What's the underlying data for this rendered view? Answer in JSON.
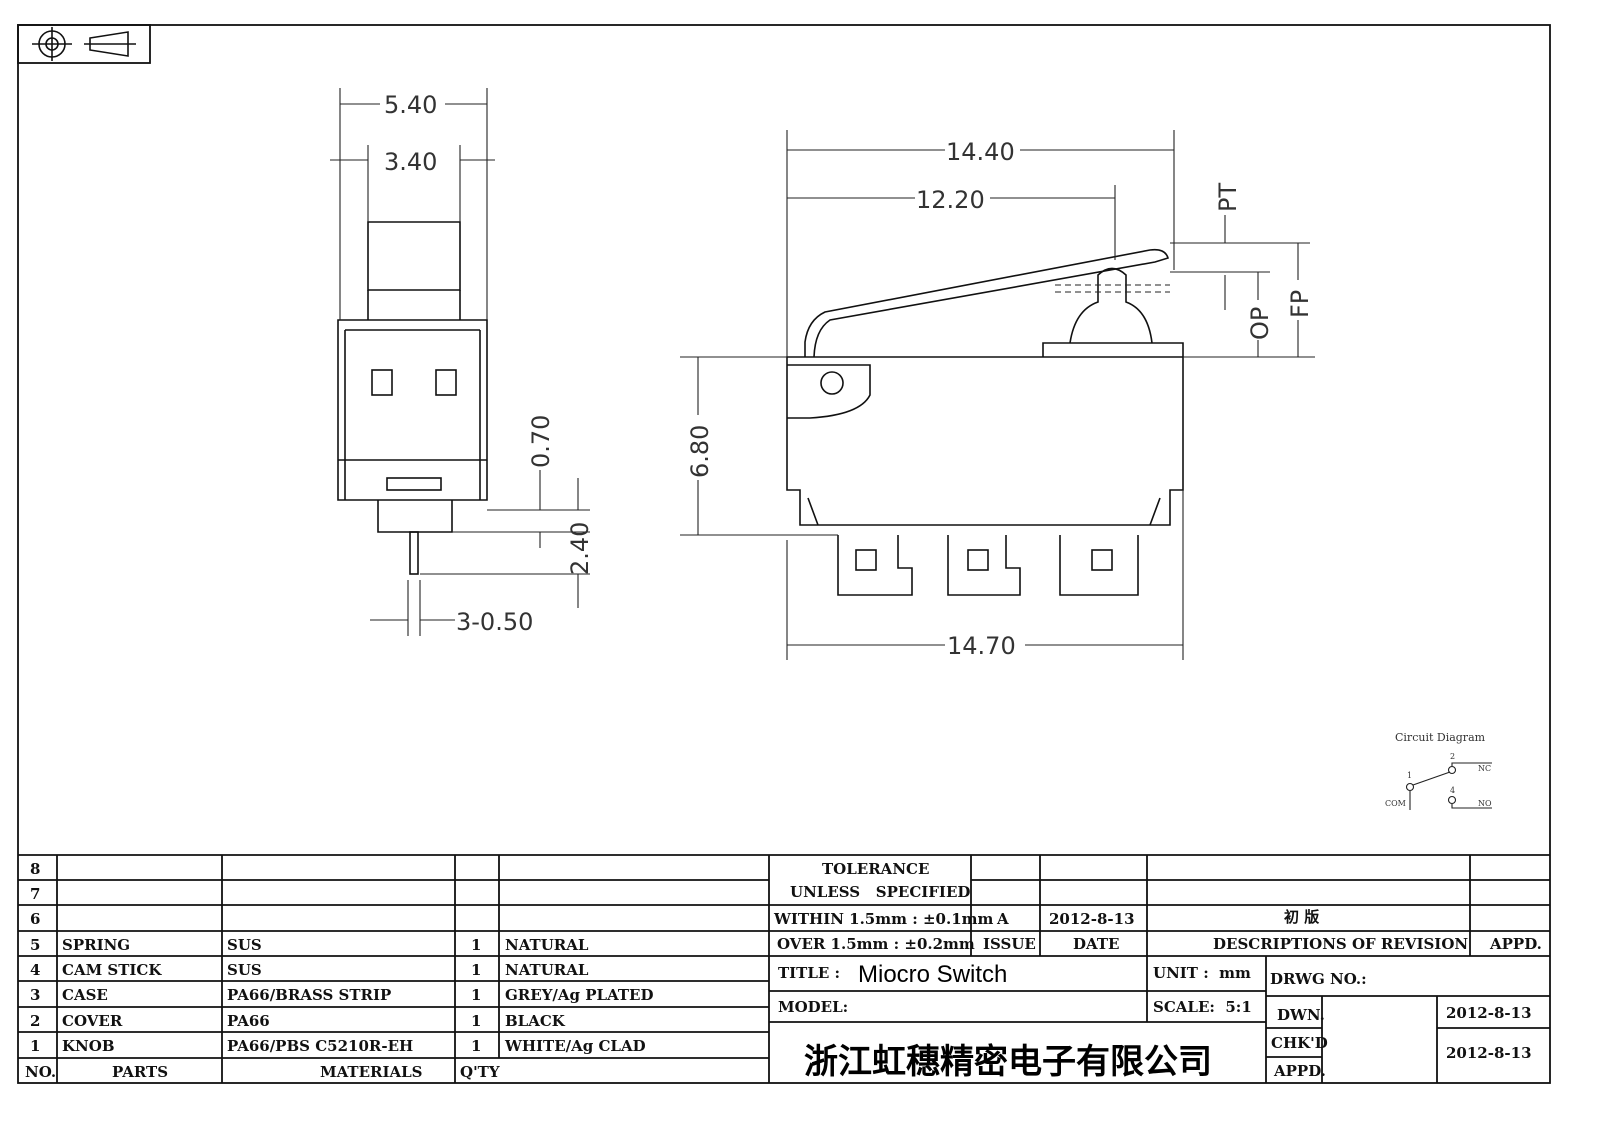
{
  "dimensions": {
    "side_outer_width": "5.40",
    "side_inner_width": "3.40",
    "pin_offset": "0.70",
    "pin_length": "2.40",
    "pin_thickness": "3-0.50",
    "lever_length": "14.40",
    "actuator_position": "12.20",
    "pretravel": "PT",
    "operating_position": "OP",
    "free_position": "FP",
    "body_height": "6.80",
    "body_length": "14.70"
  },
  "circuit": {
    "title": "Circuit Diagram",
    "pin_com": "1",
    "pin_nc": "2",
    "pin_no": "4",
    "label_com": "COM",
    "label_nc": "NC",
    "label_no": "NO"
  },
  "parts_table": {
    "rows": [
      {
        "no": "8",
        "part": "",
        "material": "",
        "qty": "",
        "finish": ""
      },
      {
        "no": "7",
        "part": "",
        "material": "",
        "qty": "",
        "finish": ""
      },
      {
        "no": "6",
        "part": "",
        "material": "",
        "qty": "",
        "finish": ""
      },
      {
        "no": "5",
        "part": "SPRING",
        "material": "SUS",
        "qty": "1",
        "finish": "NATURAL"
      },
      {
        "no": "4",
        "part": "CAM STICK",
        "material": "SUS",
        "qty": "1",
        "finish": "NATURAL"
      },
      {
        "no": "3",
        "part": "CASE",
        "material": "PA66/BRASS STRIP",
        "qty": "1",
        "finish": "GREY/Ag PLATED"
      },
      {
        "no": "2",
        "part": "COVER",
        "material": "PA66",
        "qty": "1",
        "finish": "BLACK"
      },
      {
        "no": "1",
        "part": "KNOB",
        "material": "PA66/PBS C5210R-EH",
        "qty": "1",
        "finish": "WHITE/Ag CLAD"
      }
    ],
    "headers": {
      "no": "NO.",
      "parts": "PARTS",
      "materials": "MATERIALS",
      "qty": "Q'TY"
    }
  },
  "title_block": {
    "tolerance_1": "TOLERANCE",
    "tolerance_2": "UNLESS   SPECIFIED",
    "within": "WITHIN 1.5mm : ±0.1mm",
    "over": "OVER 1.5mm : ±0.2mm",
    "issue_value": "A",
    "date_value": "2012-8-13",
    "revision_value": "初 版",
    "issue_label": "ISSUE",
    "date_label": "DATE",
    "revision_label": "DESCRIPTIONS OF REVISION",
    "appd_label": "APPD.",
    "title_label": "TITLE :",
    "title_value": "Miocro Switch",
    "unit": "UNIT :  mm",
    "drwg_no": "DRWG NO.:",
    "model": "MODEL:",
    "scale": "SCALE:  5:1",
    "dwn": "DWN.",
    "dwn_date": "2012-8-13",
    "chkd": "CHK'D",
    "chkd_date": "2012-8-13",
    "appd": "APPD.",
    "company": "浙江虹穗精密电子有限公司"
  }
}
